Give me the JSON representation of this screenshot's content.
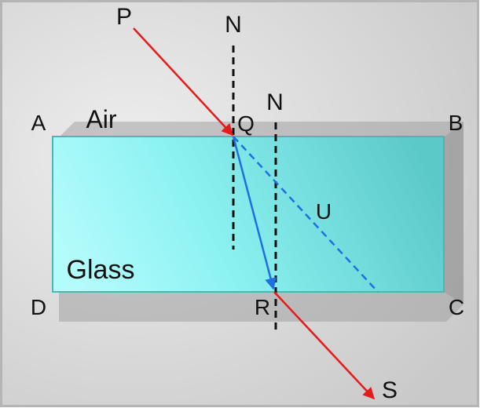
{
  "labels": {
    "p": "P",
    "n_top": "N",
    "n_mid": "N",
    "a": "A",
    "b": "B",
    "c": "C",
    "d": "D",
    "q": "Q",
    "r": "R",
    "s": "S",
    "u": "U",
    "air": "Air",
    "glass": "Glass"
  },
  "colors": {
    "background_light": "#eeeeee",
    "background_dark": "#c9c9c9",
    "frame": "#b5b5b5",
    "shadow": "#a3a3a3",
    "glass_light": "#b4fbfb",
    "glass_mid": "#8ff3f3",
    "glass_dark": "#5cc9c9",
    "glass_edge": "#4fb4b4",
    "incident_ray": "#e51b1b",
    "refracted_ray": "#1f6fe0",
    "normal_line": "#111111"
  }
}
